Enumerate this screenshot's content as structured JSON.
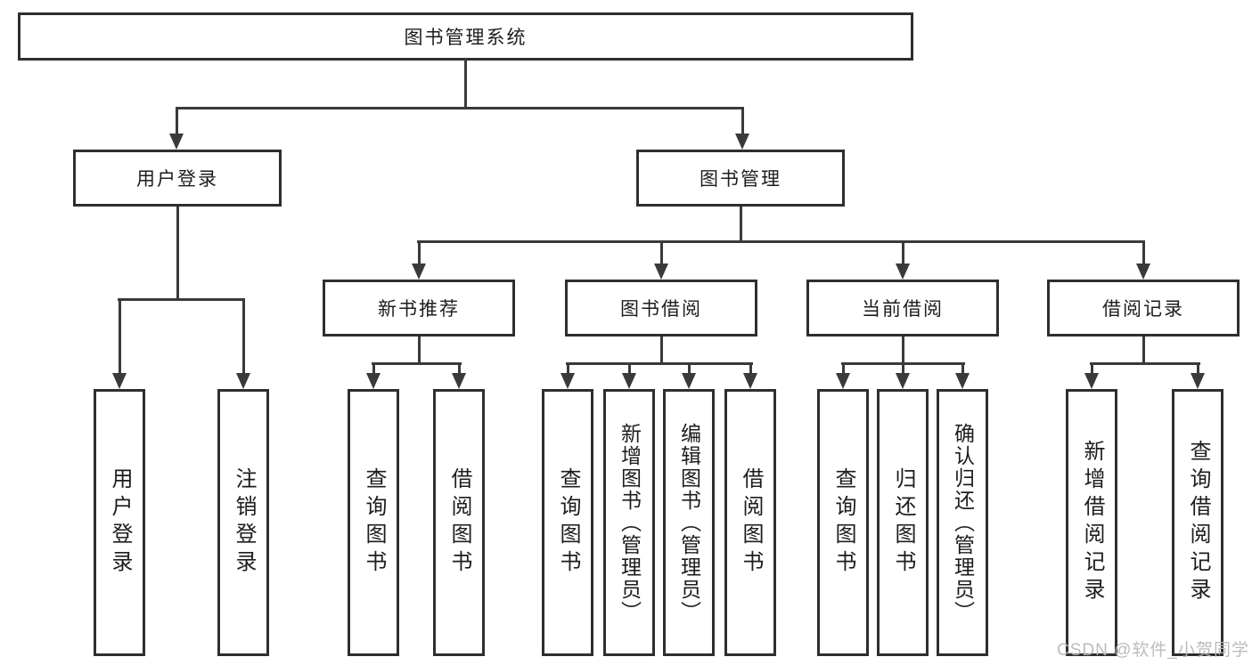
{
  "colors": {
    "background": "#ffffff",
    "line": "#3a3a3a",
    "box_border": "#2e2e2e",
    "text": "#1d1d1d",
    "watermark": "#b8b8b8"
  },
  "watermark": {
    "text": "CSDN @软件_小贺同学"
  },
  "tree": {
    "root": {
      "label": "图书管理系统"
    },
    "branches": [
      {
        "label": "用户登录",
        "children": [
          {
            "label": "用户登录"
          },
          {
            "label": "注销登录"
          }
        ]
      },
      {
        "label": "图书管理",
        "groups": [
          {
            "label": "新书推荐",
            "children": [
              {
                "label": "查询图书"
              },
              {
                "label": "借阅图书"
              }
            ]
          },
          {
            "label": "图书借阅",
            "children": [
              {
                "label": "查询图书"
              },
              {
                "label": "新增图书（管理员）"
              },
              {
                "label": "编辑图书（管理员）"
              },
              {
                "label": "借阅图书"
              }
            ]
          },
          {
            "label": "当前借阅",
            "children": [
              {
                "label": "查询图书"
              },
              {
                "label": "归还图书"
              },
              {
                "label": "确认归还（管理员）"
              }
            ]
          },
          {
            "label": "借阅记录",
            "children": [
              {
                "label": "新增借阅记录"
              },
              {
                "label": "查询借阅记录"
              }
            ]
          }
        ]
      }
    ]
  }
}
